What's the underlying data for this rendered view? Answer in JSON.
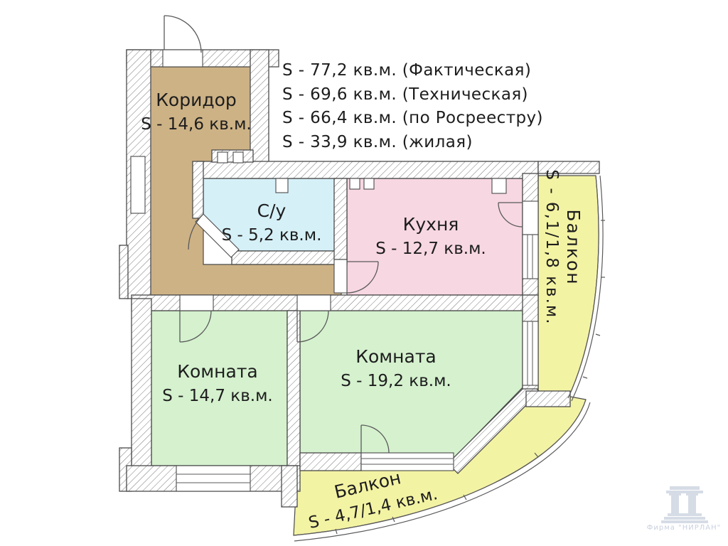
{
  "summary": {
    "lines": [
      "S - 77,2 кв.м. (Фактическая)",
      "S - 69,6 кв.м. (Техническая)",
      "S - 66,4 кв.м. (по Росреестру)",
      "S - 33,9 кв.м. (жилая)"
    ]
  },
  "rooms": {
    "koridor": {
      "name": "Коридор",
      "area": "S - 14,6 кв.м.",
      "color": "#cdb286"
    },
    "su": {
      "name": "С/у",
      "area": "S - 5,2 кв.м.",
      "color": "#d6f0f8"
    },
    "kitchen": {
      "name": "Кухня",
      "area": "S - 12,7 кв.м.",
      "color": "#f7d7e2"
    },
    "room1": {
      "name": "Комната",
      "area": "S - 14,7 кв.м.",
      "color": "#d5f1ce"
    },
    "room2": {
      "name": "Комната",
      "area": "S - 19,2 кв.м.",
      "color": "#d5f1ce"
    },
    "balcony_right": {
      "name": "Балкон",
      "area": "S - 6,1/1,8 кв.м.",
      "color": "#f3f3a4"
    },
    "balcony_bottom": {
      "name": "Балкон",
      "area": "S - 4,7/1,4 кв.м.",
      "color": "#f3f3a4"
    }
  },
  "drawing": {
    "wall_stroke": "#4a4a4a",
    "hatch_line": "#777777",
    "door_stroke": "#5a5a5a"
  },
  "watermark": {
    "caption": "Фирма \"НИРЛАН\""
  }
}
